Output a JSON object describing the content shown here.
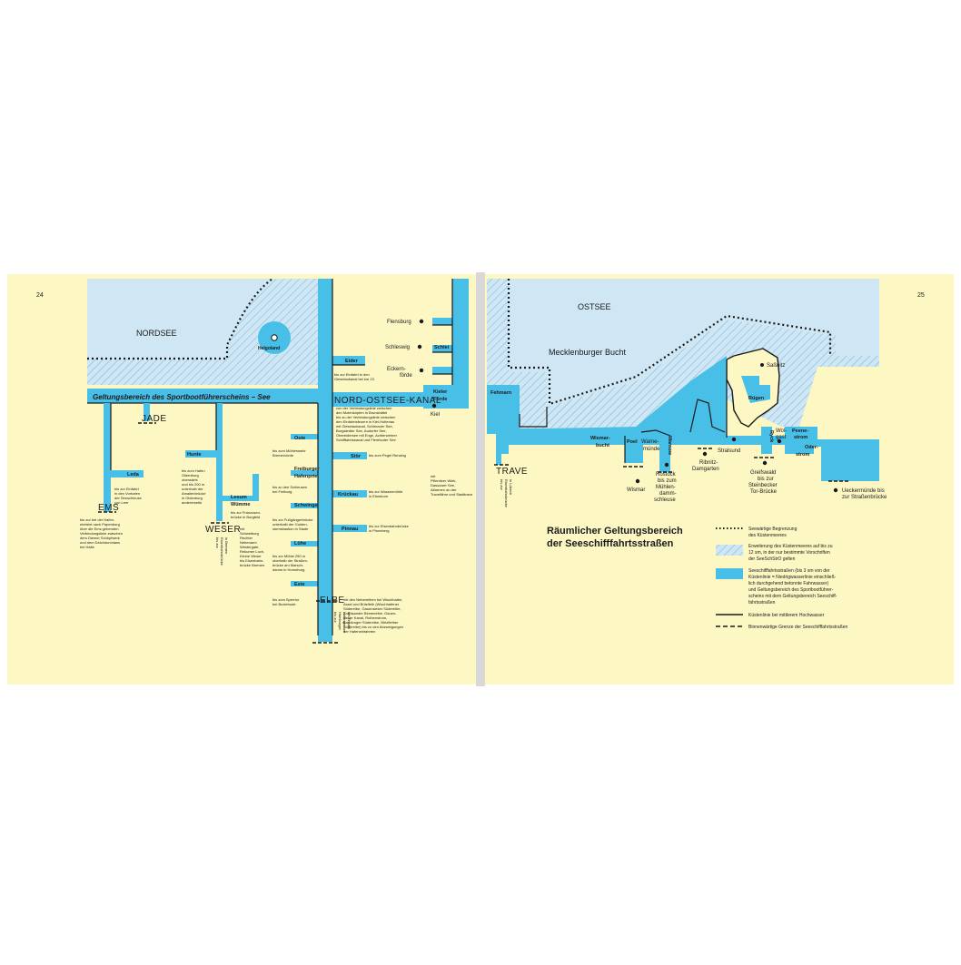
{
  "pages": {
    "left_number": "24",
    "right_number": "25"
  },
  "colors": {
    "paper": "#fdf7c4",
    "sea": "#cfe7f4",
    "waterway": "#48bfe6",
    "coast": "#1a1a1a",
    "binding": "#c9c9c9"
  },
  "left_map": {
    "sea_label": "NORDSEE",
    "island_label": "Helgoland",
    "banner": "Geltungsbereich des Sportbootführerscheins – See",
    "rivers": {
      "jade": "JADE",
      "ems": "EMS",
      "weser": "WESER",
      "elbe": "ELBE",
      "nok": "NORD-OSTSEE-KANAL"
    },
    "waterway_labels": {
      "leda": "Leda",
      "hunte": "Hunte",
      "lesum1": "Lesum",
      "lesum2": "Wümme",
      "oste": "Oste",
      "freiburger1": "Freiburger",
      "freiburger2": "Hafenpriel",
      "schwinge": "Schwinge",
      "luehe": "Lühe",
      "este": "Este",
      "stoer": "Stör",
      "kruekau": "Krückau",
      "pinnau": "Pinnau",
      "eider": "Eider",
      "schlei": "Schlei",
      "kieler1": "Kieler",
      "kieler2": "Förde"
    },
    "places": {
      "flensburg": "Flensburg",
      "schleswig": "Schleswig",
      "eckern1": "Eckern-",
      "eckern2": "förde",
      "kiel": "Kiel"
    },
    "notes": {
      "leda": [
        "bis zur Einfahrt",
        "in den Vorhafen",
        "der Seeschleuse",
        "von Leer"
      ],
      "ems": [
        "bis zur bei der Hafen-",
        "einfahrt nach Papenburg",
        "über die Ems gehenden",
        "Verbindungslinie zwischen",
        "dem Diemer Schöpfwerk",
        "und dem Deichdurchlass",
        "bei Halte"
      ],
      "hunte": [
        "bis zum Hafen",
        "Oldenburg",
        "oberwärts",
        "und bis 200 m",
        "unterhalb der",
        "Amalienbrücke",
        "in Oldenburg",
        "andererseits"
      ],
      "weser_vertical": [
        "bis zur",
        "Eisenbahnbrücke",
        "in Bremen"
      ],
      "lesum": [
        "bis zur Franzosen-",
        "brücke in Borgfeld"
      ],
      "weser_side": [
        "mit",
        "Schweiburg",
        "Rechter",
        "Nebenarm",
        "Westergate,",
        "Rekumer Loch,",
        "Kleine Weser",
        "bis Eisenbahn-",
        "brücke Bremen"
      ],
      "oste": [
        "bis zum Mühlenwehr",
        "Bremervörde"
      ],
      "freiburger": [
        "bis zu den Schleusen",
        "bei Freiburg"
      ],
      "schwinge": [
        "bis zur Fußgängerbrücke",
        "unterhalb der Gulden-",
        "stemsbastion in Stade"
      ],
      "luehe": [
        "bis zur Mühle 250 m",
        "oberhalb der Straßen-",
        "brücke am Marsch-",
        "damm in Horneburg"
      ],
      "este": [
        "bis zum Sperrtor",
        "bei Buxtehude"
      ],
      "elbe_vertical": [
        "bis zur",
        "Hamburger",
        "Hafengrenze",
        "bei Tinsdal"
      ],
      "elbe_side": [
        "mit den Nebenelben bei Wischhafen,",
        "Assel und Bützfleth (Wischhafener",
        "Süderelbe, Gauensieker Süderelbe,",
        "Krautsander Binnenelbe, Gauen-",
        "sieker Kanal, Ruthenstrom,",
        "Barnkruger Süderelbe, Bützflether",
        "Süderelbe) bis zu den Abzweigungen",
        "der Hafeneinfahrten"
      ],
      "stoer": [
        "bis zum Pegel Rensing"
      ],
      "kruekau": [
        "bis zur Wassermühle",
        "in Elmshorn"
      ],
      "pinnau": [
        "bis zur Eisenbahnbrücke",
        "in Pinneberg"
      ],
      "eider": [
        "bis zur Einfahrt in den",
        "Gieselaukanal bei km 23"
      ],
      "nok": [
        "von der Verbindungslinie zwischen",
        "den Molenköpfen in Brunsbüttel",
        "bis zu der Verbindungslinie zwischen",
        "den Einfahrtsfeuern in Kiel-Holtenau",
        "mit Gieselaukanal, Schirnauer See,",
        "Borgstedter See, Audorfer See,",
        "Obereidersee mit Enge, Achterwehrer",
        "Schifffahrtskanal und Flemhuder See"
      ],
      "kiel": [
        "mit",
        "Pillenitzer Wiek,",
        "Dassower See,",
        "Altarmen an der",
        "Travefähre und Stadttrave"
      ]
    }
  },
  "right_map": {
    "sea_label": "OSTSEE",
    "bay_label": "Mecklenburger Bucht",
    "trave": "TRAVE",
    "trave_note": [
      "bis zur",
      "Eisenbahnbrücke",
      "in Lübeck"
    ],
    "waterway_labels": {
      "fehmarn": "Fehmarn",
      "wismar1": "Wismar-",
      "wismar2": "bucht",
      "poel": "Poel",
      "warnow": "Warnow",
      "ryck": "Ryck",
      "peene1": "Peene-",
      "peene2": "strom",
      "oder1": "Oder-",
      "oder2": "strom",
      "ruegen": "Rügen",
      "sassnitz": "Saßnitz"
    },
    "places": {
      "wismar": "Wismar",
      "warnemuende1": "Warne-",
      "warnemuende2": "münde",
      "rostock": [
        "Rostock",
        "bis zum",
        "Mühlen-",
        "damm-",
        "schleuse"
      ],
      "ribnitz": [
        "Ribnitz-",
        "Damgarten"
      ],
      "stralsund": "Stralsund",
      "wolgast": [
        "Wol-",
        "gast"
      ],
      "greifswald": [
        "Greifswald",
        "bis zur",
        "Steinbecker",
        "Tor-Brücke"
      ],
      "ueckermuende": [
        "Ueckermünde bis",
        "zur Straßenbrücke"
      ]
    }
  },
  "legend": {
    "title": [
      "Räumlicher Geltungsbereich",
      "der Seeschifffahrtsstraßen"
    ],
    "items": [
      {
        "text": [
          "Seewärtige Begrenzung",
          "des Küstenmeeres"
        ]
      },
      {
        "text": [
          "Erweiterung des Küstenmeeres auf bis zu",
          "12 sm, in der nur bestimmte Vorschriften",
          "der SeeSchStrO gelten"
        ]
      },
      {
        "text": [
          "Seeschifffahrtsstraßen (bis 3 sm von der",
          "Küstenlinie = Niedrigwasserlinie einschließ-",
          "lich durchgehend betonnte Fahrwasser)",
          "und Geltungsbereich des Sportbootführer-",
          "scheins mit dem Geltungsbereich Seeschiff-",
          "fahrtsstraßen"
        ]
      },
      {
        "text": [
          "Küstenlinie bei mittlerem Hochwasser"
        ]
      },
      {
        "text": [
          "Binnenwärtige Grenze der Seeschifffahrtsstraßen"
        ]
      }
    ]
  }
}
